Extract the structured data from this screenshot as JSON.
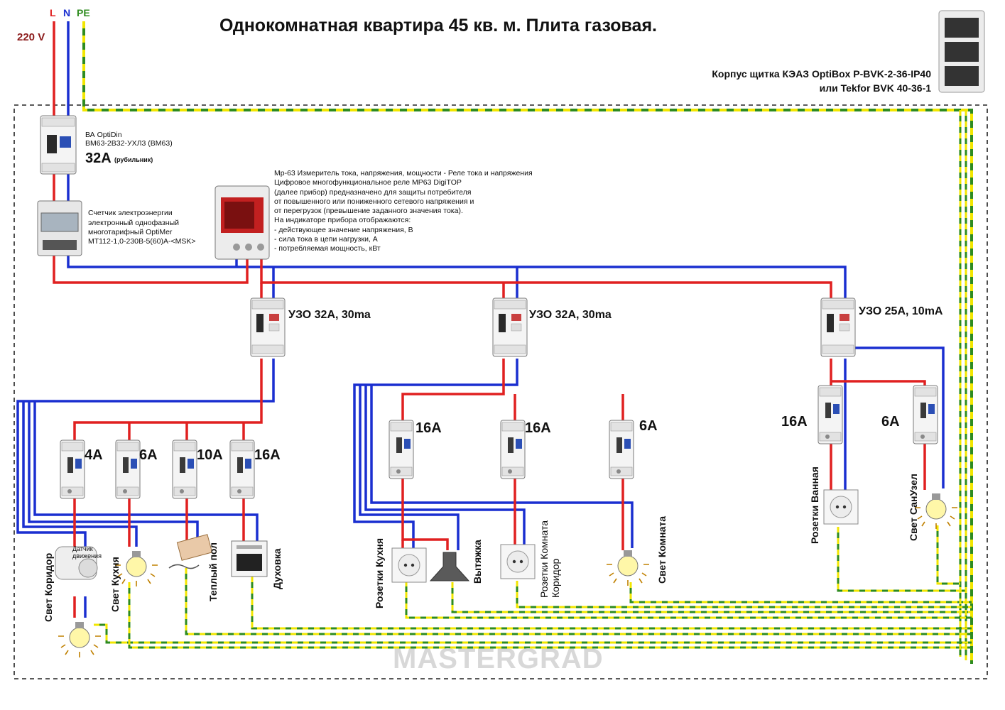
{
  "title": "Однокомнатная квартира 45 кв. м. Плита газовая.",
  "supply": {
    "L": "L",
    "N": "N",
    "PE": "PE",
    "voltage": "220 V"
  },
  "enclosure": {
    "line1": "Корпус щитка КЭАЗ OptiBox P-BVK-2-36-IP40",
    "line2": "или Tekfor BVK 40-36-1"
  },
  "main_breaker": {
    "line1": "ВА OptiDin",
    "line2": "ВМ63-2В32-УХЛ3 (ВМ63)",
    "rating": "32А",
    "note": "(рубильник)"
  },
  "meter": {
    "lines": [
      "Счетчик электроэнергии",
      "электронный однофазный",
      "многотарифный OptiMer",
      "МТ112-1,0-230В-5(60)А-<MSK>"
    ]
  },
  "relay": {
    "lines": [
      "Мр-63 Измеритель тока, напряжения, мощности - Реле тока и напряжения",
      "Цифровое многофункциональное реле МР63 DigiTOP",
      "(далее прибор) предназначено  для защиты потребителя",
      "от повышенного или пониженного сетевого напряжения и",
      "от перегрузок (превышение заданного значения тока).",
      "На индикаторе прибора отображаются:",
      "- действующее значение напряжения, В",
      "- сила тока в цепи нагрузки, А",
      "- потребляемая мощность, кВт"
    ]
  },
  "rcds": {
    "rcd1": "УЗО 32А, 30ma",
    "rcd2": "УЗО 32А, 30ma",
    "rcd3": "УЗО 25А, 10mA"
  },
  "breakers": {
    "g1": [
      "4А",
      "6А",
      "10А",
      "16А"
    ],
    "g2": [
      "16А",
      "16А",
      "6А"
    ],
    "g3": [
      "16А",
      "6А"
    ]
  },
  "loads": {
    "corridor_light": "Свет Коридор",
    "motion_sensor_line1": "Датчик",
    "motion_sensor_line2": "движения",
    "kitchen_light": "Свет Кухня",
    "floor_heating": "Теплый пол",
    "oven": "Духовка",
    "kitchen_sockets": "Розетки Кухня",
    "hood": "Вытяжка",
    "room_sockets_line1": "Розетки Комната",
    "room_sockets_line2": "Коридор",
    "room_light": "Свет Комната",
    "bath_sockets": "Розетки Ванная",
    "wc_light": "Свет СанУзел"
  },
  "watermark": "MASTERGRAD",
  "colors": {
    "phase": "#e02020",
    "neutral": "#1a2fd0",
    "pe_green": "#2e8b1f",
    "pe_yellow": "#f2e600",
    "border": "#222222"
  }
}
